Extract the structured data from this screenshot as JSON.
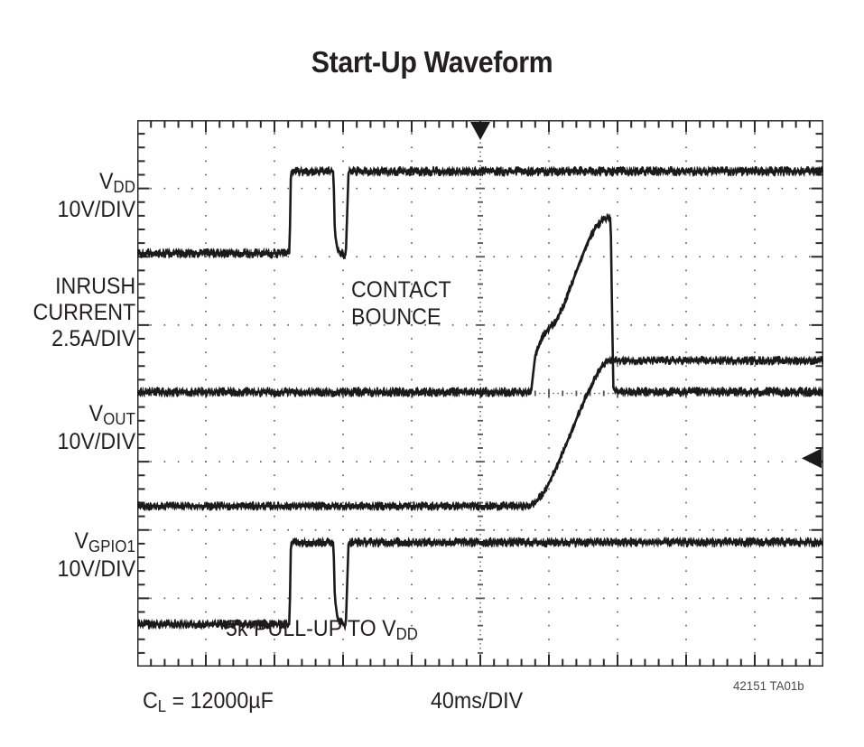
{
  "figure": {
    "title": "Start-Up Waveform",
    "doc_code": "42151 TA01b",
    "background_color": "#ffffff",
    "trace_color": "#1a1a1a",
    "grid_color": "#555555"
  },
  "y_axis_labels": [
    {
      "name": "vdd",
      "signal": "V",
      "subscript": "DD",
      "scale": "10V/DIV"
    },
    {
      "name": "inrush",
      "line1": "INRUSH",
      "line2": "CURRENT",
      "scale": "2.5A/DIV"
    },
    {
      "name": "vout",
      "signal": "V",
      "subscript": "OUT",
      "scale": "10V/DIV"
    },
    {
      "name": "vgpio1",
      "signal": "V",
      "subscript": "GPIO1",
      "scale": "10V/DIV"
    }
  ],
  "annotations": {
    "contact_bounce_line1": "CONTACT",
    "contact_bounce_line2": "BOUNCE",
    "pullup_prefix": "5k PULL-UP TO V",
    "pullup_subscript": "DD"
  },
  "captions": {
    "load_prefix": "C",
    "load_subscript": "L",
    "load_value": " = 12000µF",
    "timebase": "40ms/DIV"
  },
  "chart_data": {
    "type": "line",
    "title": "Start-Up Waveform",
    "subtitle": "",
    "xlabel": "40ms/DIV",
    "ylabel": "",
    "grid": true,
    "legend_position": "left-outside",
    "x_divisions": 10,
    "y_divisions": 8,
    "x_units_per_div": 40,
    "x_unit": "ms",
    "x_range_ms": [
      0,
      400
    ],
    "trigger_marker_x_div": 5,
    "trigger_level_marker_y_div": 3.05,
    "notes": [
      "CONTACT BOUNCE",
      "5k PULL-UP TO VDD",
      "CL = 12000uF"
    ],
    "series": [
      {
        "name": "VDD",
        "label": "V_DD",
        "units_per_div": 10,
        "unit": "V/DIV",
        "baseline_div": 6.05,
        "high_div": 7.25,
        "noise_div": 0.055,
        "points_div": [
          [
            0.0,
            6.05
          ],
          [
            2.22,
            6.05
          ],
          [
            2.24,
            7.25
          ],
          [
            2.8,
            7.25
          ],
          [
            2.86,
            7.25
          ],
          [
            2.88,
            6.35
          ],
          [
            2.92,
            6.1
          ],
          [
            3.0,
            6.04
          ],
          [
            3.04,
            6.02
          ],
          [
            3.08,
            7.25
          ],
          [
            3.12,
            7.25
          ],
          [
            10.0,
            7.25
          ]
        ]
      },
      {
        "name": "INRUSH CURRENT",
        "label": "INRUSH CURRENT",
        "units_per_div": 2.5,
        "unit": "A/DIV",
        "baseline_div": 4.02,
        "high_div": 4.02,
        "peak_div": 6.55,
        "noise_div": 0.055,
        "points_div": [
          [
            0.0,
            4.02
          ],
          [
            5.7,
            4.02
          ],
          [
            5.74,
            4.02
          ],
          [
            5.8,
            4.55
          ],
          [
            5.9,
            4.82
          ],
          [
            6.0,
            4.95
          ],
          [
            6.1,
            5.05
          ],
          [
            6.22,
            5.3
          ],
          [
            6.34,
            5.62
          ],
          [
            6.46,
            5.95
          ],
          [
            6.58,
            6.25
          ],
          [
            6.7,
            6.46
          ],
          [
            6.8,
            6.55
          ],
          [
            6.86,
            6.57
          ],
          [
            6.9,
            6.57
          ],
          [
            6.92,
            5.2
          ],
          [
            6.94,
            4.06
          ],
          [
            7.0,
            4.02
          ],
          [
            10.0,
            4.02
          ]
        ]
      },
      {
        "name": "VOUT",
        "label": "V_OUT",
        "units_per_div": 10,
        "unit": "V/DIV",
        "baseline_div": 2.35,
        "high_div": 4.48,
        "noise_div": 0.05,
        "points_div": [
          [
            0.0,
            2.35
          ],
          [
            5.7,
            2.35
          ],
          [
            5.8,
            2.4
          ],
          [
            5.95,
            2.58
          ],
          [
            6.1,
            2.9
          ],
          [
            6.25,
            3.25
          ],
          [
            6.4,
            3.62
          ],
          [
            6.55,
            3.98
          ],
          [
            6.7,
            4.28
          ],
          [
            6.8,
            4.43
          ],
          [
            6.88,
            4.48
          ],
          [
            7.0,
            4.48
          ],
          [
            10.0,
            4.48
          ]
        ]
      },
      {
        "name": "VGPIO1",
        "label": "V_GPIO1",
        "units_per_div": 10,
        "unit": "V/DIV",
        "baseline_div": 0.62,
        "high_div": 1.82,
        "noise_div": 0.055,
        "points_div": [
          [
            0.0,
            0.62
          ],
          [
            2.22,
            0.62
          ],
          [
            2.24,
            1.82
          ],
          [
            2.8,
            1.82
          ],
          [
            2.86,
            1.82
          ],
          [
            2.88,
            1.0
          ],
          [
            2.92,
            0.7
          ],
          [
            3.0,
            0.62
          ],
          [
            3.04,
            0.6
          ],
          [
            3.08,
            1.82
          ],
          [
            3.12,
            1.82
          ],
          [
            10.0,
            1.82
          ]
        ]
      }
    ]
  }
}
